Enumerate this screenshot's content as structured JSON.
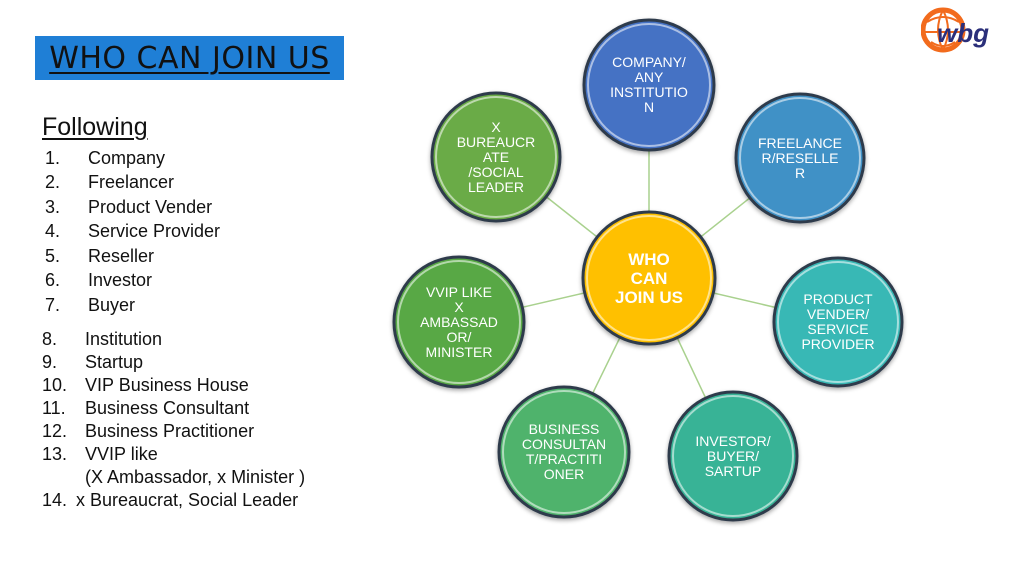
{
  "slide": {
    "title": "WHO CAN JOIN US",
    "subtitle": "Following"
  },
  "list": [
    {
      "num": "1.",
      "text": "Company"
    },
    {
      "num": "2.",
      "text": "Freelancer"
    },
    {
      "num": "3.",
      "text": "Product Vender"
    },
    {
      "num": "4.",
      "text": "Service Provider"
    },
    {
      "num": "5.",
      "text": "Reseller"
    },
    {
      "num": "6.",
      "text": "Investor"
    },
    {
      "num": "7.",
      "text": "Buyer"
    },
    {
      "num": "8.",
      "text": "Institution"
    },
    {
      "num": "9.",
      "text": "Startup"
    },
    {
      "num": "10.",
      "text": "VIP Business House"
    },
    {
      "num": "11.",
      "text": "Business Consultant"
    },
    {
      "num": "12.",
      "text": "Business Practitioner"
    },
    {
      "num": "13.",
      "text": "VVIP like"
    },
    {
      "num": "",
      "text": "(X Ambassador, x Minister )"
    },
    {
      "num": "14.",
      "text": "x Bureaucrat, Social Leader"
    }
  ],
  "diagram": {
    "center": {
      "label": "WHO\nCAN\nJOIN US",
      "color": "#ffc000"
    },
    "nodes": [
      {
        "label": "COMPANY/\nANY\nINSTITUTIO\nN",
        "color": "#4472c4"
      },
      {
        "label": "FREELANCE\nR/RESELLE\nR",
        "color": "#3f91c6"
      },
      {
        "label": "PRODUCT\nVENDER/\nSERVICE\nPROVIDER",
        "color": "#39b8b5"
      },
      {
        "label": "INVESTOR/\nBUYER/\nSARTUP",
        "color": "#38b396"
      },
      {
        "label": "BUSINESS\nCONSULTAN\nT/PRACTITI\nONER",
        "color": "#4fb36c"
      },
      {
        "label": "VVIP LIKE\nX\nAMBASSAD\nOR/\nMINISTER",
        "color": "#59a845"
      },
      {
        "label": "X\nBUREAUCR\nATE\n/SOCIAL\nLEADER",
        "color": "#6bab47"
      }
    ],
    "connector_color": "#a9d18e"
  },
  "logo": {
    "text": "wbg",
    "colors": {
      "orange": "#f26b1d",
      "navy": "#2b2f7a"
    }
  }
}
